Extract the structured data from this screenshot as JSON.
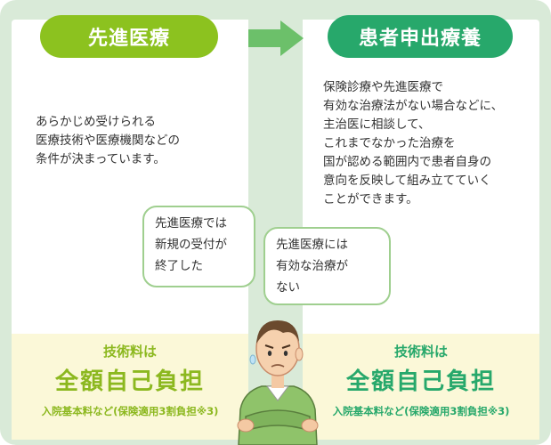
{
  "left": {
    "title": "先進医療",
    "description": "あらかじめ受けられる\n医療技術や医療機関などの\n条件が決まっています。",
    "fee_title": "技術料は",
    "fee_main": "全額自己負担",
    "fee_note": "入院基本料など(保険適用3割負担※3)"
  },
  "right": {
    "title": "患者申出療養",
    "description": "保険診療や先進医療で\n有効な治療法がない場合などに、\n主治医に相談して、\nこれまでなかった治療を\n国が認める範囲内で患者自身の\n意向を反映して組み立てていく\nことができます。",
    "fee_title": "技術料は",
    "fee_main": "全額自己負担",
    "fee_note": "入院基本料など(保険適用3割負担※3)"
  },
  "bubbles": {
    "first": "先進医療では\n新規の受付が\n終了した",
    "second": "先進医療には\n有効な治療が\nない"
  },
  "colors": {
    "left_accent": "#8cc21f",
    "right_accent": "#27a86b",
    "background": "#d9ead8",
    "band": "#fbf8d8"
  }
}
